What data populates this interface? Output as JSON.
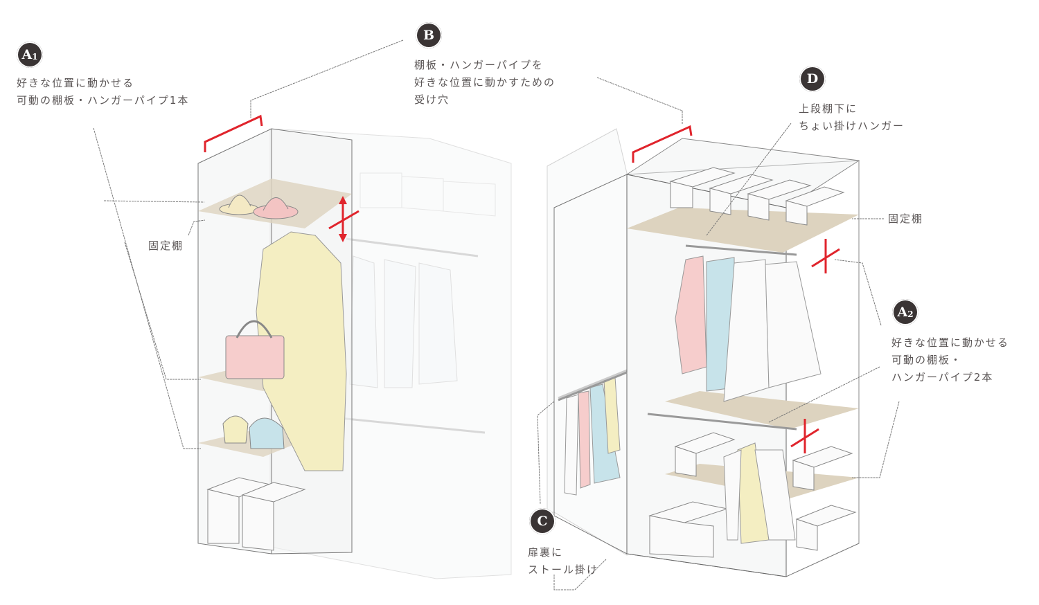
{
  "callouts": {
    "a1": {
      "badge": "A",
      "sub": "1",
      "lines": [
        "好きな位置に動かせる",
        "可動の棚板・ハンガーパイプ1本"
      ]
    },
    "b": {
      "badge": "B",
      "lines": [
        "棚板・ハンガーパイプを",
        "好きな位置に動かすための",
        "受け穴"
      ]
    },
    "d": {
      "badge": "D",
      "lines": [
        "上段棚下に",
        "ちょい掛けハンガー"
      ]
    },
    "a2": {
      "badge": "A",
      "sub": "2",
      "lines": [
        "好きな位置に動かせる",
        "可動の棚板・",
        "ハンガーパイプ2本"
      ]
    },
    "c": {
      "badge": "C",
      "lines": [
        "扉裏に",
        "ストール掛け"
      ]
    },
    "fixed_left": "固定棚",
    "fixed_right": "固定棚"
  },
  "colors": {
    "accent": "#e0242c",
    "shelf": "#ddd3bf",
    "badge": "#3a3434"
  }
}
